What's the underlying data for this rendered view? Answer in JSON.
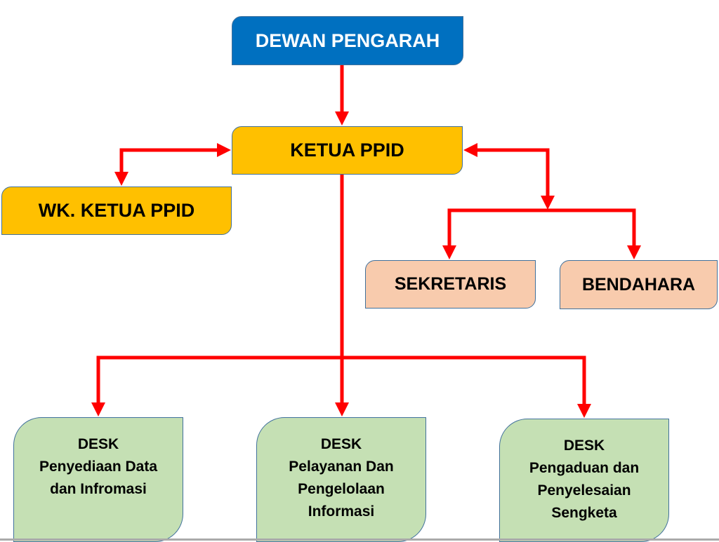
{
  "colors": {
    "arrow": "#FF0000",
    "top": "#0070C0",
    "leader": "#FFC000",
    "staff": "#F8CBAD",
    "desk": "#C5E0B4"
  },
  "nodes": {
    "dewan": "DEWAN PENGARAH",
    "ketua": "KETUA PPID",
    "wakil": "WK. KETUA PPID",
    "sekretaris": "SEKRETARIS",
    "bendahara": "BENDAHARA",
    "desks": [
      {
        "title": "DESK",
        "lines": [
          "Penyediaan Data",
          "dan Infromasi"
        ]
      },
      {
        "title": "DESK",
        "lines": [
          "Pelayanan Dan",
          "Pengelolaan",
          "Informasi"
        ]
      },
      {
        "title": "DESK",
        "lines": [
          "Pengaduan dan",
          "Penyelesaian",
          "Sengketa"
        ]
      }
    ]
  }
}
